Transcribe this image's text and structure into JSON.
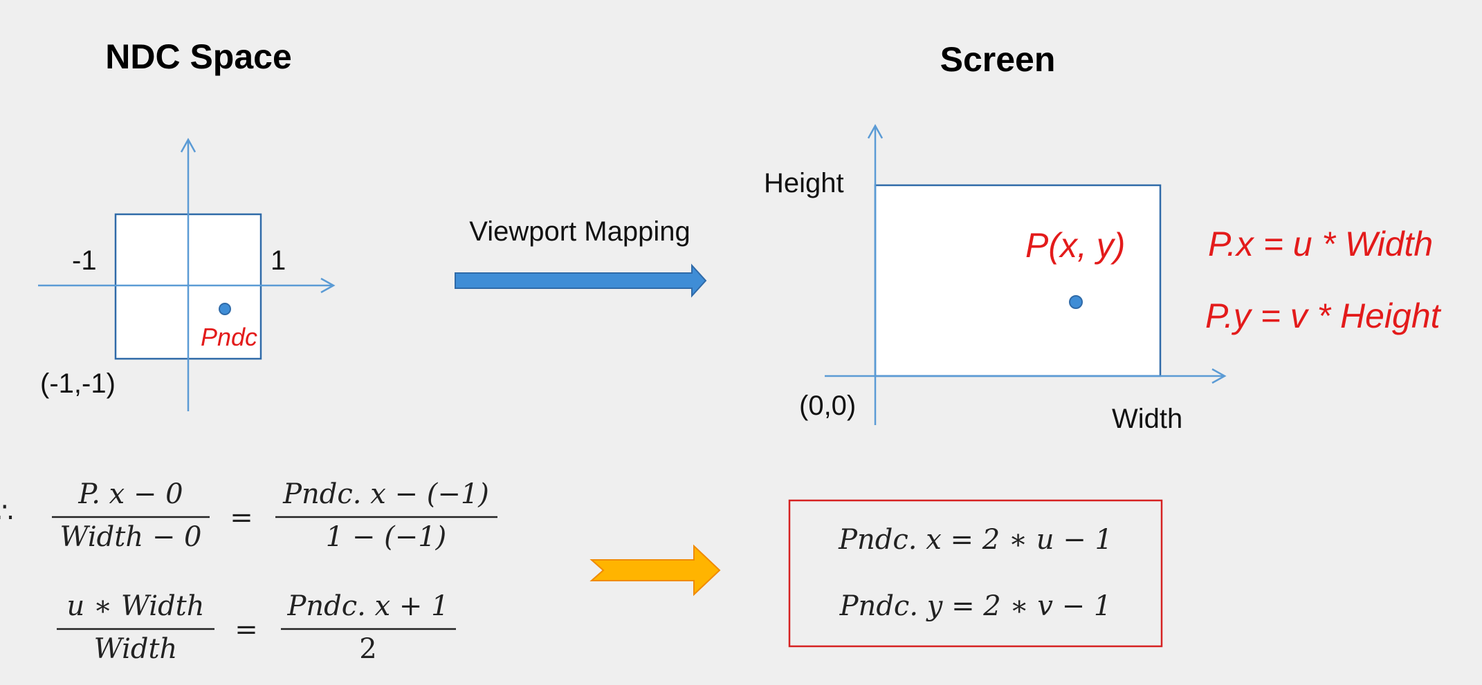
{
  "titles": {
    "ndc": "NDC Space",
    "screen": "Screen"
  },
  "ndc": {
    "label_neg_one": "-1",
    "label_one": "1",
    "label_corner": "(-1,-1)",
    "point_label": "Pndc"
  },
  "arrow_label": "Viewport Mapping",
  "screen": {
    "height_label": "Height",
    "width_label": "Width",
    "origin_label": "(0,0)",
    "point_label": "P(x, y)"
  },
  "equations_right": {
    "px": "P.x = u * Width",
    "py": "P.y = v * Height"
  },
  "left_partial": "∴",
  "equations_left": {
    "eq1": {
      "lhs_num": "P. x − 0",
      "lhs_den": "Width − 0",
      "eq": "=",
      "rhs_num": "Pndc. x − (−1)",
      "rhs_den": "1 − (−1)"
    },
    "eq2": {
      "lhs_num": "u ∗ Width",
      "lhs_den": "Width",
      "eq": "=",
      "rhs_num": "Pndc. x + 1",
      "rhs_den": "2"
    }
  },
  "result_box": {
    "line1": "Pndc. x =  2 ∗ u − 1",
    "line2": "Pndc. y =  2 ∗ v − 1"
  },
  "colors": {
    "axis": "#5b9bd5",
    "box_border": "#2f6aa8",
    "blue_arrow": "#3f8dd6",
    "orange_arrow": "#ffb400",
    "red_text": "#e31b1b",
    "result_border": "#d62222"
  }
}
